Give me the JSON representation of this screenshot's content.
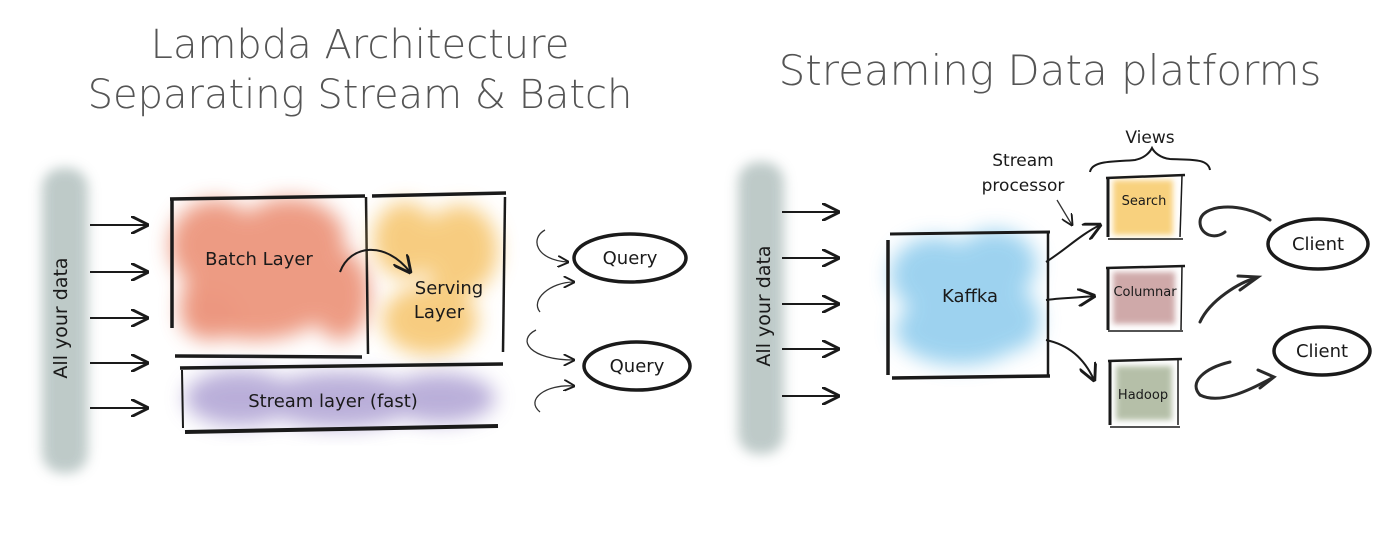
{
  "left_panel": {
    "title_line1": "Lambda Architecture",
    "title_line2": "Separating Stream & Batch",
    "source_label": "All your data",
    "batch_layer": "Batch Layer",
    "serving_layer_line1": "Serving",
    "serving_layer_line2": "Layer",
    "stream_layer": "Stream layer (fast)",
    "query_top": "Query",
    "query_bottom": "Query"
  },
  "right_panel": {
    "title": "Streaming Data platforms",
    "source_label": "All your data",
    "kafka": "Kaffka",
    "stream_processor_line1": "Stream",
    "stream_processor_line2": "processor",
    "views_label": "Views",
    "view_search": "Search",
    "view_columnar": "Columnar",
    "view_hadoop": "Hadoop",
    "client_top": "Client",
    "client_bottom": "Client"
  },
  "colors": {
    "ink": "#1a1a1a",
    "batch": "#ea8a6e",
    "serving": "#f6c46a",
    "stream": "#a99bd0",
    "kafka": "#8ccbed",
    "search": "#f7c968",
    "columnar": "#c79b9b",
    "hadoop": "#a9b59a",
    "source": "#b7c5c3"
  }
}
